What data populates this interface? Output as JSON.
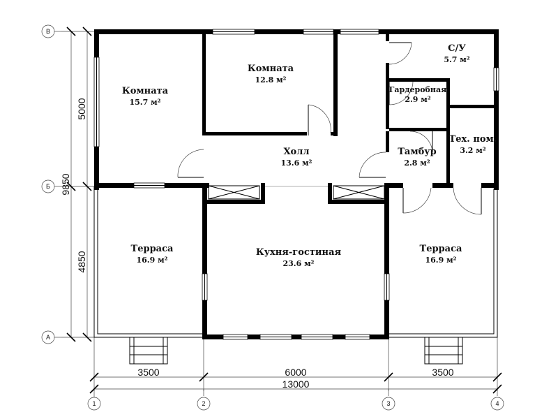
{
  "rooms": {
    "room_left": {
      "name": "Комната",
      "area": "15.7 м²"
    },
    "room_mid": {
      "name": "Комната",
      "area": "12.8 м²"
    },
    "bathroom": {
      "name": "С/У",
      "area": "5.7 м²"
    },
    "wardrobe": {
      "name": "Гардеробная",
      "area": "2.9 м²"
    },
    "hall": {
      "name": "Холл",
      "area": "13.6 м²"
    },
    "vestibule": {
      "name": "Тамбур",
      "area": "2.8 м²"
    },
    "tech_room": {
      "name": "Тех. пом.",
      "area": "3.2 м²"
    },
    "terrace_left": {
      "name": "Терраса",
      "area": "16.9 м²"
    },
    "kitchen": {
      "name": "Кухня-гостиная",
      "area": "23.6 м²"
    },
    "terrace_right": {
      "name": "Терраса",
      "area": "16.9 м²"
    }
  },
  "dimensions": {
    "bottom_left": "3500",
    "bottom_mid": "6000",
    "bottom_right": "3500",
    "bottom_total": "13000",
    "left_top": "5000",
    "left_bottom": "4850",
    "left_total": "9850"
  },
  "axes": {
    "row_top": "В",
    "row_mid": "Б",
    "row_bottom": "А",
    "col_1": "1",
    "col_2": "2",
    "col_3": "3",
    "col_4": "4"
  }
}
